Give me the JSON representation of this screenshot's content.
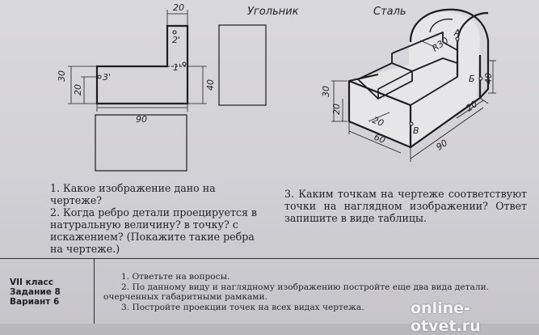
{
  "titles": {
    "part_name": "Угольник",
    "material": "Сталь"
  },
  "front_view": {
    "dims": {
      "top_width": "20",
      "height_outer": "30",
      "height_inner": "20",
      "width": "90",
      "right_height": "40"
    },
    "points": {
      "p1": "1'",
      "p2": "2'",
      "p3": "3'"
    }
  },
  "iso_view": {
    "dims": {
      "radius": "R30",
      "h30": "30",
      "h20": "20",
      "h40": "40",
      "slot": "20",
      "right20": "20",
      "depth": "60",
      "length": "90"
    },
    "points": {
      "a": "А",
      "b": "Б",
      "v": "В"
    }
  },
  "questions_left": [
    "1. Какое изображение дано на чертеже?",
    "2. Когда ребро детали проецируется в натуральную величину? в точку? с искажением? (Покажите такие ребра на чертеже.)"
  ],
  "question_right": "3. Каким точкам на чертеже соответствуют точки на наглядном изображении? Ответ запишите в виде таблицы.",
  "task_info": {
    "grade": "VII класс",
    "task": "Задание 8",
    "variant": "Вариант 6"
  },
  "tasks": [
    "1. Ответьте на вопросы.",
    "2. По данному виду и наглядному изображению постройте еще два вида детали. очерченных габаритными рамками.",
    "3. Постройте проекции точек на всех видах чертежа."
  ],
  "watermark": "online-otvet.ru"
}
